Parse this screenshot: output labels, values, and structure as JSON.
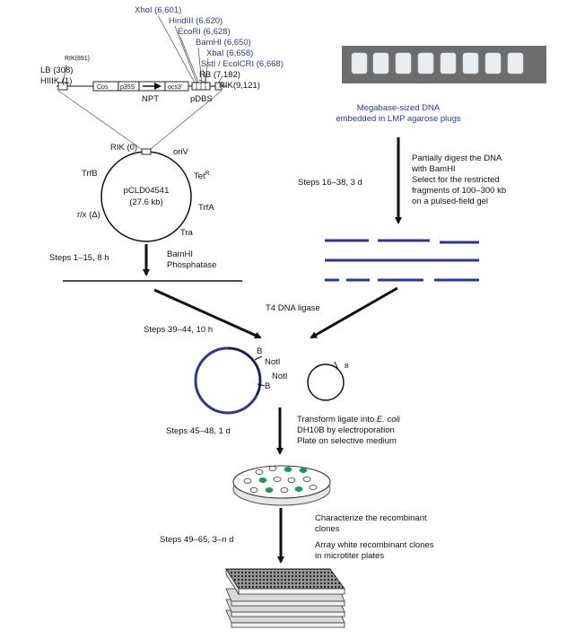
{
  "colors": {
    "blue_text": "#2e3a8c",
    "dna_blue": "#2b3990",
    "colony_green": "#1a9a55",
    "ink": "#111111"
  },
  "vector_map": {
    "sites_blue": [
      "XhoI (6,601)",
      "HindIII (6,620)",
      "EcoRI (6,628)",
      "BamHI (6,650)",
      "XbaI (6,658)",
      "SstI / EcolCRI (6,668)"
    ],
    "lb": "LB (308)",
    "rik891": "RIK(891)",
    "hiiik": "HIIIK (1)",
    "rb": "RB (7,182)",
    "rik9121": "RIK(9,121)",
    "cos": "Cos",
    "p35s": "p35S",
    "ocs3": "ocs3'",
    "npt": "NPT",
    "pdbs": "pDBS"
  },
  "plasmid": {
    "rik0": "RIK (0)",
    "oriv": "oriV",
    "trfb": "TrfB",
    "tet": "Tet",
    "tet_sup": "R",
    "name": "pCLD04541",
    "size": "(27.6 kb)",
    "trfa": "TrfA",
    "rx": "r/x (Δ)",
    "tra": "Tra"
  },
  "left_flow": {
    "step1": "Steps 1–15, 8 h",
    "enzyme": "BamHI",
    "phosphatase": "Phosphatase"
  },
  "right_flow": {
    "plugs_line1": "Megabase-sized DNA",
    "plugs_line2": "embedded in LMP agarose plugs",
    "digest_lines": [
      "Partially digest the DNA",
      "with BamHI",
      "Select for the restricted",
      "fragments of 100–300 kb",
      "on a pulsed-field gel"
    ],
    "step16": "Steps 16–38, 3 d"
  },
  "ligation": {
    "ligase": "T4 DNA ligase",
    "step39": "Steps 39–44, 10 h",
    "b1": "B",
    "noti1": "NotI",
    "noti2": "NotI",
    "b2": "B",
    "b_small": "B"
  },
  "transform": {
    "step45": "Steps 45–48, 1 d",
    "line1_pre": "Transform ligate into ",
    "line1_italic": "E. coli",
    "line2": "DH10B by electroporation",
    "line3": "Plate on selective medium"
  },
  "array": {
    "step49_pre": "Steps 49–65, 3–",
    "step49_italic": "n",
    "step49_post": " d",
    "char1": "Characterize the recombinant",
    "char2": "clones",
    "arr1": "Array white recombinant clones",
    "arr2": "in microtiter plates"
  }
}
